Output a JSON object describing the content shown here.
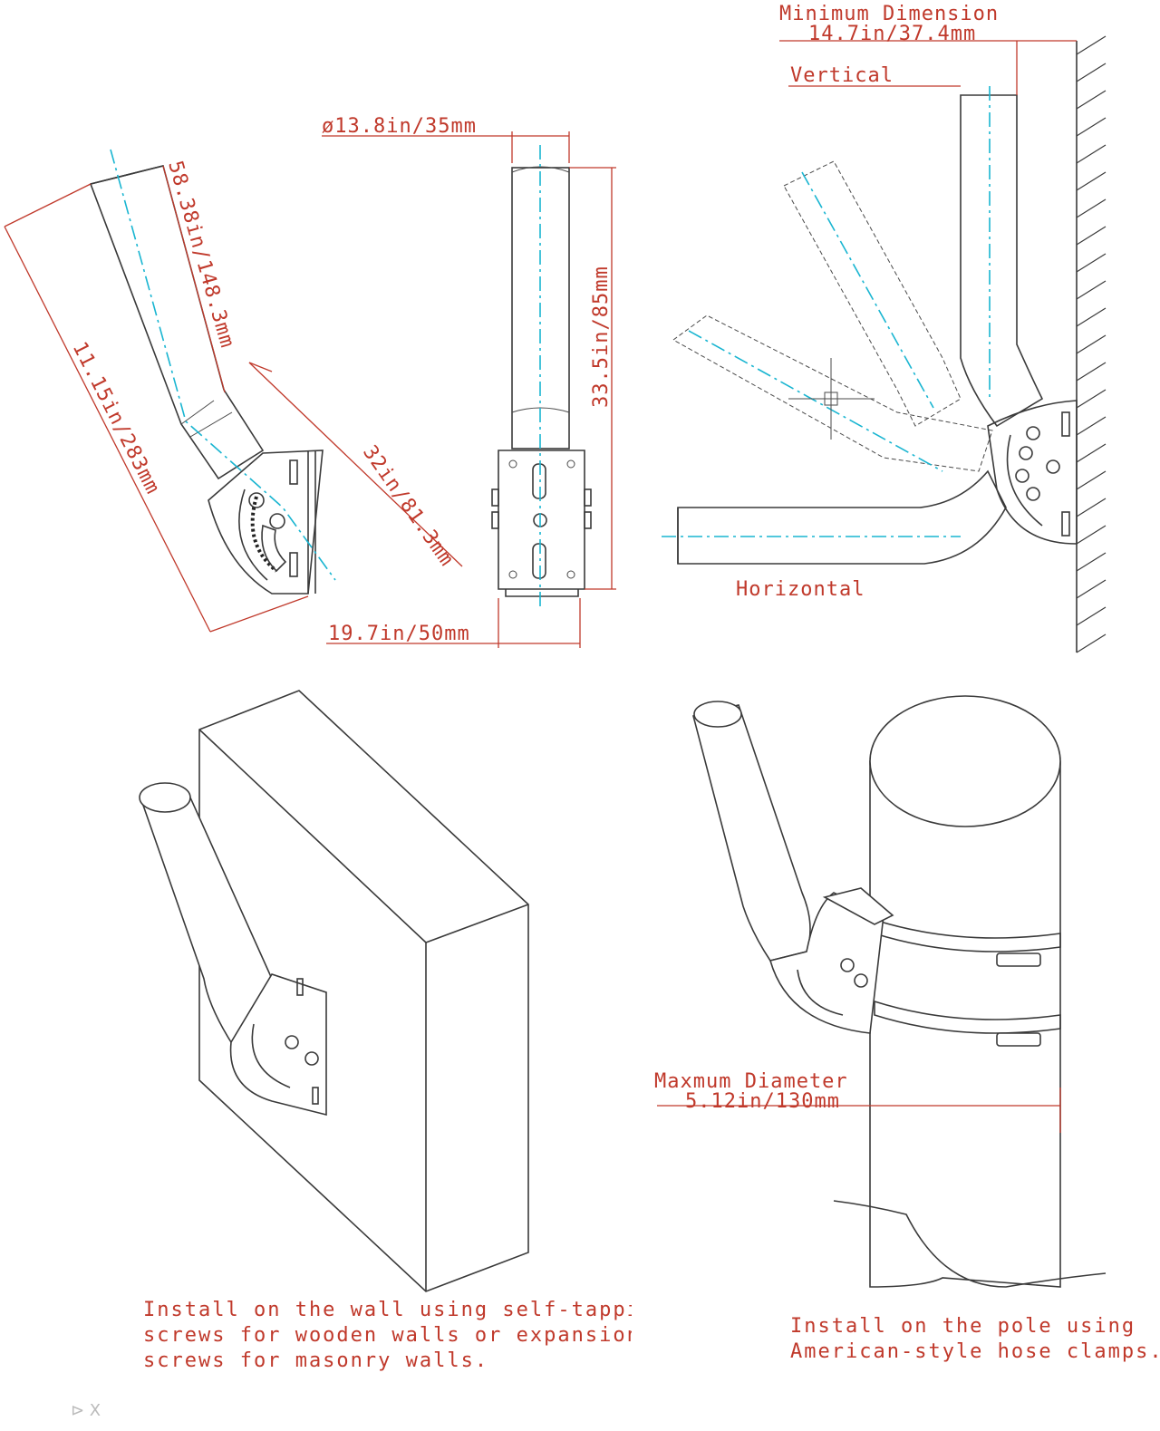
{
  "dimensions": {
    "min_dim_label": "Minimum Dimension",
    "min_dim_value": "14.7in/37.4mm",
    "vertical": "Vertical",
    "horizontal": "Horizontal",
    "diameter": "ø13.8in/35mm",
    "arm_length": "58.38in/148.3mm",
    "total_length": "11.15in/283mm",
    "bracket_depth": "32in/81.3mm",
    "height": "33.5in/85mm",
    "width": "19.7in/50mm",
    "max_diam_label": "Maxmum Diameter",
    "max_diam_value": "5.12in/130mm"
  },
  "notes": {
    "wall_line1": "Install on the wall using self-tapping",
    "wall_line2": "screws for wooden walls or expansion",
    "wall_line3": "screws for masonry walls.",
    "pole_line1": "Install on the pole using",
    "pole_line2": "American-style hose clamps."
  },
  "colors": {
    "dimension": "#c0392b",
    "centerline": "#19b5d1",
    "ink": "#3a3a3a"
  },
  "footer_glyph": "⊳ X"
}
